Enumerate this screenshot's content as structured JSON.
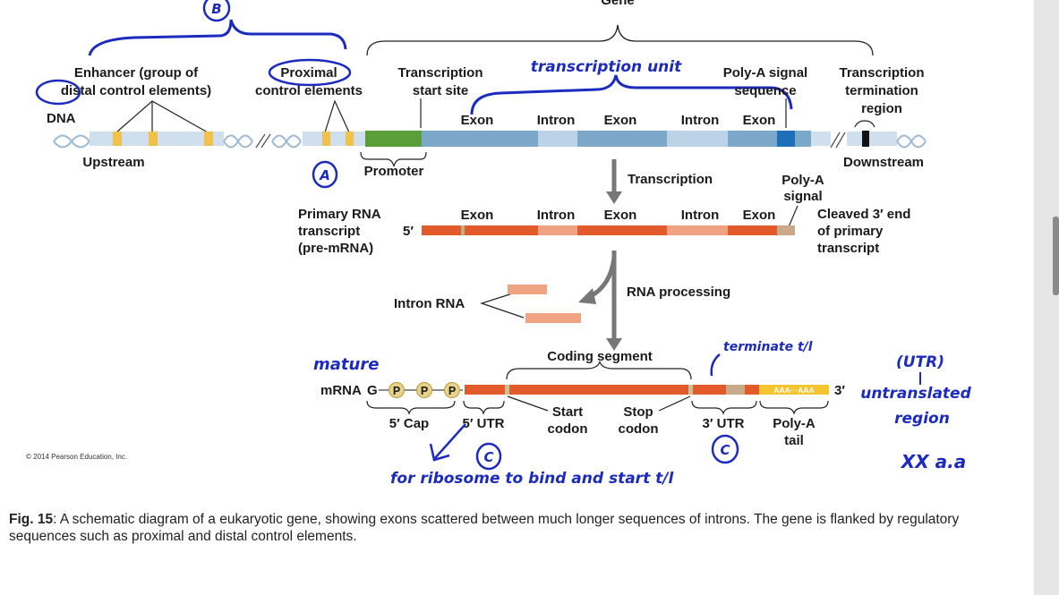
{
  "diagram": {
    "gene_label": "Gene",
    "enhancer_label": "Enhancer (group of",
    "enhancer_label_2": "distal control elements)",
    "proximal_label": "Proximal",
    "proximal_label_2": "control elements",
    "tss_label": "Transcription",
    "tss_label_2": "start site",
    "polya_seq_label": "Poly-A signal",
    "polya_seq_label_2": "sequence",
    "term_label": "Transcription",
    "term_label_2": "termination",
    "term_label_3": "region",
    "dna_label": "DNA",
    "upstream_label": "Upstream",
    "downstream_label": "Downstream",
    "promoter_label": "Promoter",
    "exon": "Exon",
    "intron": "Intron",
    "transcription_label": "Transcription",
    "polya_signal_label": "Poly-A",
    "polya_signal_label_2": "signal",
    "primary_label": "Primary RNA",
    "primary_label_2": "transcript",
    "primary_label_3": "(pre-mRNA)",
    "five_prime": "5′",
    "three_prime": "3′",
    "cleaved_label": "Cleaved 3′ end",
    "cleaved_label_2": "of primary",
    "cleaved_label_3": "transcript",
    "intron_rna_label": "Intron RNA",
    "rna_processing_label": "RNA processing",
    "coding_segment_label": "Coding segment",
    "mrna_label": "mRNA",
    "g_label": "G",
    "p_label": "P",
    "polya_tail_text": "AAA···AAA",
    "five_cap_label": "5′ Cap",
    "five_utr_label": "5′ UTR",
    "start_codon_label": "Start",
    "start_codon_label_2": "codon",
    "stop_codon_label": "Stop",
    "stop_codon_label_2": "codon",
    "three_utr_label": "3′ UTR",
    "polya_tail_label": "Poly-A",
    "polya_tail_label_2": "tail",
    "copyright": "© 2014 Pearson Education, Inc."
  },
  "annotations": {
    "b": "B",
    "a": "A",
    "c": "C",
    "transcription_unit": "transcription unit",
    "mature": "mature",
    "terminate": "terminate t/l",
    "utr": "(UTR)",
    "untranslated": "untranslated",
    "region": "region",
    "xx": "XX a.a",
    "ribosome": "for ribosome to bind and start t/l"
  },
  "caption": {
    "figure_label": "Fig. 15",
    "text": ": A schematic diagram of a eukaryotic gene, showing exons scattered between much longer sequences of introns.  The gene is flanked by regulatory sequences such as proximal and distal control elements."
  },
  "colors": {
    "exon_blue": "#7ba7c9",
    "intron_blue": "#bcd2e6",
    "promoter_green": "#5a9e3a",
    "element_yellow": "#f2c14a",
    "polya_blue": "#1d70b8",
    "rna_orange": "#e35a2a",
    "rna_intron": "#f0a383",
    "polya_tail_yellow": "#f5c531",
    "pen_blue": "#1c2bbf"
  }
}
